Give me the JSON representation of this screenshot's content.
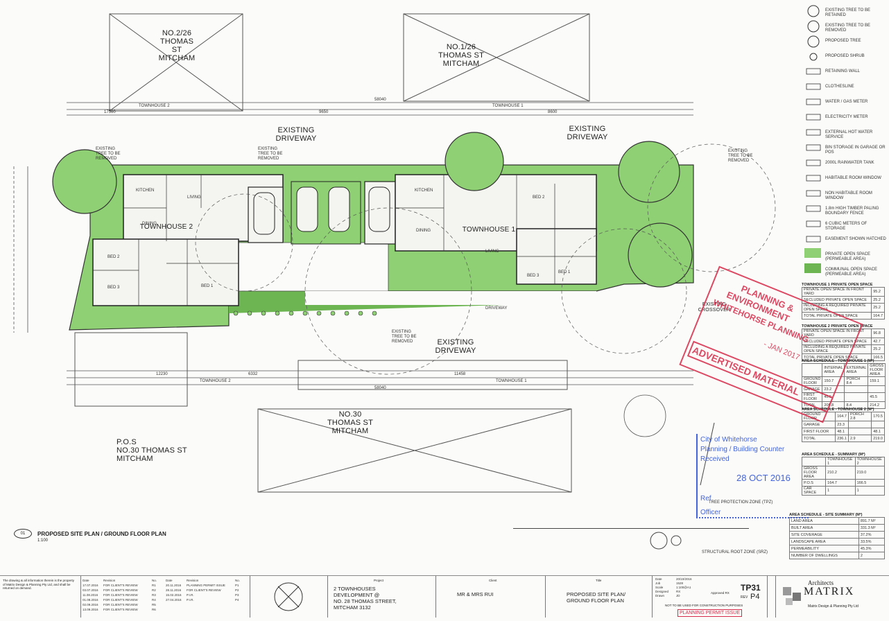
{
  "plan": {
    "neighbours": {
      "no2_26": [
        "NO.2/26",
        "THOMAS ST",
        "MITCHAM"
      ],
      "no1_26": [
        "NO.1/26",
        "THOMAS ST",
        "MITCHAM"
      ],
      "no30": [
        "NO.30",
        "THOMAS ST",
        "MITCHAM"
      ],
      "pos30": [
        "P.O.S",
        "NO.30  THOMAS ST",
        "MITCHAM"
      ]
    },
    "existing_driveway": [
      "EXISTING",
      "DRIVEWAY"
    ],
    "townhouse_1": "TOWNHOUSE 1",
    "townhouse_2": "TOWNHOUSE 2",
    "dims": {
      "top_townhouse_2": "TOWNHOUSE 2",
      "top_townhouse_1": "TOWNHOUSE 1",
      "bottom_townhouse_2": "TOWNHOUSE 2",
      "bottom_townhouse_1": "TOWNHOUSE 1",
      "top_total": "58040",
      "bottom_total": "58040",
      "d1": "17560",
      "d2": "9650",
      "d3": "8600",
      "d4": "12230",
      "d5": "6332",
      "d6": "11458"
    },
    "rooms": [
      "KITCHEN",
      "DINING",
      "LIVING",
      "BED 2",
      "BED 3",
      "BED 1",
      "KITCHEN",
      "DINING",
      "LIVING",
      "BED 2",
      "BED 1",
      "BED 3"
    ],
    "driveway": "DRIVEWAY",
    "existing_crossover": [
      "EXISTING",
      "CROSSOVER"
    ],
    "tree_notes": [
      "EXISTING TREE TO BE REMOVED",
      "EXISTING TREE TO BE REMOVED",
      "EXISTING TREE TO BE REMOVED",
      "EXISTING TREE TO BE REMOVED"
    ],
    "drawing_title": "PROPOSED SITE PLAN / GROUND FLOOR PLAN",
    "drawing_number": "01",
    "scale": "1:100",
    "tpz": "TREE PROTECTION ZONE (TPZ)",
    "srz": "STRUCTURAL ROOT ZONE (SRZ)"
  },
  "legend": [
    "EXISTING TREE TO BE RETAINED",
    "EXISTING TREE TO BE REMOVED",
    "PROPOSED TREE",
    "PROPOSED SHRUB",
    "RETAINING WALL",
    "CLOTHESLINE",
    "WATER / GAS METER",
    "ELECTRICITY METER",
    "EXTERNAL HOT WATER SERVICE",
    "BIN STORAGE IN GARAGE OR POS",
    "2000L RAINWATER TANK",
    "HABITABLE ROOM WINDOW",
    "NON HABITABLE ROOM WINDOW",
    "1.8m HIGH TIMBER PALING BOUNDARY FENCE",
    "6 CUBIC METERS OF STORAGE",
    "EASEMENT SHOWN HATCHED",
    "PRIVATE OPEN SPACE (PERMEABLE AREA)",
    "COMMUNAL OPEN SPACE (PERMEABLE AREA)"
  ],
  "schedules": {
    "th1_pos_title": "TOWNHOUSE 1 PRIVATE OPEN SPACE",
    "th1_pos_rows": [
      [
        "PRIVATE OPEN SPACE IN FRONT YARD",
        "95.2"
      ],
      [
        "SECLUDED PRIVATE OPEN SPACE",
        "25.2"
      ],
      [
        "INCLUDING A REQUIRED PRIVATE OPEN SPACE",
        "25.2"
      ],
      [
        "TOTAL PRIVATE OPEN SPACE",
        "164.7"
      ]
    ],
    "th2_pos_title": "TOWNHOUSE 2 PRIVATE OPEN SPACE",
    "th2_pos_rows": [
      [
        "PRIVATE OPEN SPACE IN FRONT YARD",
        "96.8"
      ],
      [
        "SECLUDED PRIVATE OPEN SPACE",
        "42.7"
      ],
      [
        "INCLUDING A REQUIRED PRIVATE OPEN SPACE",
        "25.2"
      ],
      [
        "TOTAL PRIVATE OPEN SPACE",
        "166.5"
      ]
    ],
    "area1_title": "AREA SCHEDULE - TOWNHOUSE 1 (M²)",
    "area1_head": [
      "",
      "INTERNAL AREA",
      "EXTERNAL AREA",
      "GROSS FLOOR AREA"
    ],
    "area1_rows": [
      [
        "GROUND FLOOR",
        "150.7",
        "PORCH 8.4",
        "159.1"
      ],
      [
        "GARAGE",
        "23.2",
        "",
        ""
      ],
      [
        "FIRST FLOOR",
        "45.5",
        "",
        "45.5"
      ],
      [
        "TOTAL",
        "205.8",
        "8.4",
        "214.2"
      ]
    ],
    "area2_title": "AREA SCHEDULE - TOWNHOUSE 2 (M²)",
    "area2_rows": [
      [
        "GROUND FLOOR",
        "164.7",
        "PORCH 2.8",
        "170.5"
      ],
      [
        "GARAGE",
        "23.3",
        "",
        ""
      ],
      [
        "FIRST FLOOR",
        "48.1",
        "",
        "48.1"
      ],
      [
        "TOTAL",
        "236.1",
        "2.9",
        "219.0"
      ]
    ],
    "summary_title": "AREA SCHEDULE - SUMMARY (M²)",
    "summary_head": [
      "",
      "TOWNHOUSE 1",
      "TOWNHOUSE 2"
    ],
    "summary_rows": [
      [
        "GROSS FLOOR AREA",
        "210.2",
        "219.0"
      ],
      [
        "P.O.S",
        "164.7",
        "166.5"
      ],
      [
        "CAR SPACE",
        "1",
        "1"
      ]
    ],
    "site_title": "AREA SCHEDULE - SITE SUMMARY (M²)",
    "site_rows": [
      [
        "LAND AREA",
        "891.7 M²"
      ],
      [
        "BUILT AREA",
        "331.3 M²"
      ],
      [
        "SITE COVERAGE",
        "37.2%"
      ],
      [
        "LANDSCAPE AREA",
        "33.5%"
      ],
      [
        "PERMEABILITY",
        "45.3%"
      ],
      [
        "NUMBER OF DWELLINGS",
        "2"
      ]
    ]
  },
  "stamps": {
    "planning_lines": [
      "PLANNING &",
      "ENVIRONMENT",
      "WHITEHORSE PLANNING",
      "- JAN 2017"
    ],
    "advertised": "ADVERTISED MATERIAL",
    "council_lines": [
      "City of Whitehorse",
      "Planning / Building Counter",
      "Received"
    ],
    "council_date": "28 OCT 2016",
    "ref_label": "Ref",
    "officer_label": "Officer"
  },
  "title_block": {
    "copyright": "The drawing & all information therein is the property of Matrix Design & Planning Pty Ltd, and shall be returned on demand.",
    "revisions_head": [
      "Date",
      "Revision",
      "No."
    ],
    "revisions_left": [
      [
        "17.07.2016",
        "FOR CLIENT'S REVIEW",
        "R1"
      ],
      [
        "03.07.2016",
        "FOR CLIENT'S REVIEW",
        "R2"
      ],
      [
        "11.08.2016",
        "FOR CLIENT'S REVIEW",
        "R3"
      ],
      [
        "01.08.2016",
        "FOR CLIENT'S REVIEW",
        "R4"
      ],
      [
        "02.09.2016",
        "FOR CLIENT'S REVIEW",
        "R5"
      ],
      [
        "13.09.2016",
        "FOR CLIENT'S REVIEW",
        "R6"
      ]
    ],
    "revisions_right": [
      [
        "20.11.2016",
        "PLANNING PERMIT ISSUE",
        "P1"
      ],
      [
        "28.11.2016",
        "FOR CLIENT'S REVIEW",
        "P2"
      ],
      [
        "15.02.2016",
        "P.I.R.",
        "P3"
      ],
      [
        "27.04.2016",
        "P.I.R.",
        "P4"
      ]
    ],
    "project_label": "Project",
    "project_lines": [
      "2 TOWNHOUSES",
      "DEVELOPMENT @",
      "NO. 28 THOMAS STREET,",
      "MITCHAM 3132"
    ],
    "client_label": "Client",
    "client": "MR & MRS RUI",
    "title_label": "Title",
    "title_lines": [
      "PROPOSED SITE PLAN/",
      "GROUND FLOOR PLAN"
    ],
    "meta": [
      [
        "Date",
        "20/10/2016"
      ],
      [
        "Job",
        "1528"
      ],
      [
        "Scale",
        "1:100@A1"
      ],
      [
        "Designed",
        "RX"
      ],
      [
        "Drawn",
        "JD"
      ]
    ],
    "approved": "Approved RX",
    "not_for_construction": "NOT TO BE USED FOR CONSTRUCTION PURPOSES",
    "sheet": "TP31",
    "rev_label": "REV",
    "rev": "P4",
    "permit_issue": "PLANNING PERMIT ISSUE",
    "company": "Architects",
    "company_name": "MATRIX",
    "company_sub": "Matrix Design & Planning Pty Ltd"
  },
  "colors": {
    "green": "#8ed073",
    "green_dark": "#6cb552",
    "stamp_red": "#d62b4a",
    "stamp_blue": "#2f53d6"
  }
}
